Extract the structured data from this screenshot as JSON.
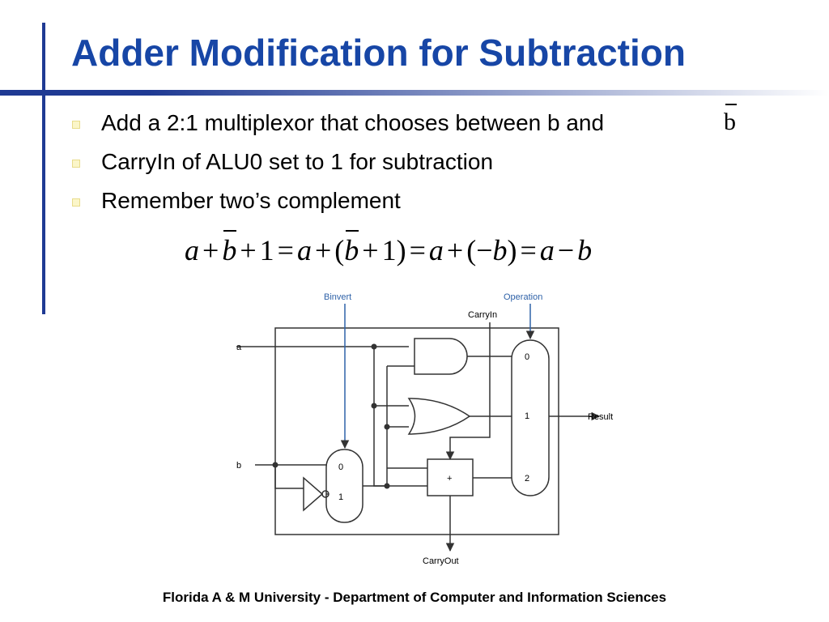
{
  "slide": {
    "title": "Adder Modification for Subtraction",
    "bullets": [
      "Add a 2:1 multiplexor that chooses between b and",
      "CarryIn of ALU0 set to 1 for subtraction",
      "Remember two’s complement"
    ],
    "bullet0_symbol": "b",
    "footer": "Florida A & M University - Department of Computer and Information Sciences"
  },
  "equation": {
    "a": "a",
    "plus": "+",
    "b": "b",
    "one": "1",
    "eq": "=",
    "lparen": "(",
    "rparen": ")",
    "neg": "−",
    "minus": "−"
  },
  "diagram": {
    "input_a": "a",
    "input_b": "b",
    "binvert": "Binvert",
    "operation": "Operation",
    "carryin": "CarryIn",
    "carryout": "CarryOut",
    "result": "Result",
    "mux_b_labels": [
      "0",
      "1"
    ],
    "mux_result_labels": [
      "0",
      "1",
      "2"
    ],
    "adder_symbol": "+",
    "colors": {
      "control_label": "#2f62a8",
      "wire": "#333333",
      "accent": "#1746a6"
    }
  }
}
